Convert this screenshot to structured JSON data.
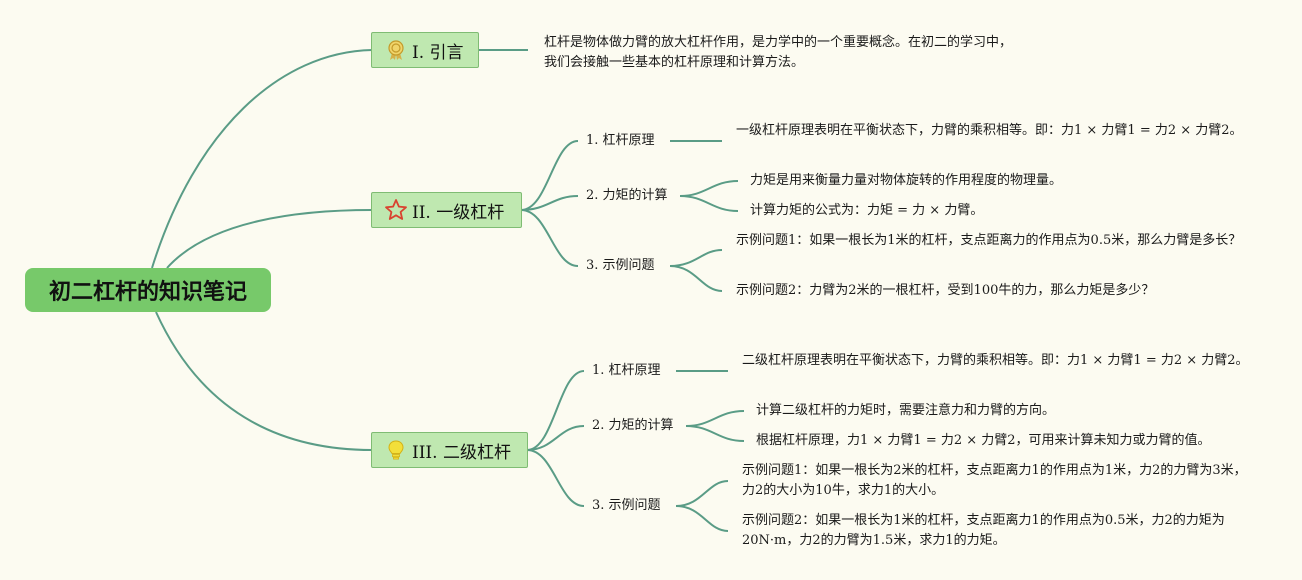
{
  "root": {
    "title": "初二杠杆的知识笔记"
  },
  "sections": [
    {
      "title": "I. 引言",
      "icon": "medal-icon",
      "text": "杠杆是物体做力臂的放大杠杆作用，是力学中的一个重要概念。在初二的学习中，我们会接触一些基本的杠杆原理和计算方法。"
    },
    {
      "title": "II. 一级杠杆",
      "icon": "star-icon",
      "items": [
        {
          "label": "1. 杠杆原理",
          "leaves": [
            "一级杠杆原理表明在平衡状态下，力臂的乘积相等。即：力1 × 力臂1 = 力2 × 力臂2。"
          ]
        },
        {
          "label": "2. 力矩的计算",
          "leaves": [
            "力矩是用来衡量力量对物体旋转的作用程度的物理量。",
            "计算力矩的公式为：力矩 = 力 × 力臂。"
          ]
        },
        {
          "label": "3. 示例问题",
          "leaves": [
            "示例问题1：如果一根长为1米的杠杆，支点距离力的作用点为0.5米，那么力臂是多长？",
            "示例问题2：力臂为2米的一根杠杆，受到100牛的力，那么力矩是多少？"
          ]
        }
      ]
    },
    {
      "title": "III. 二级杠杆",
      "icon": "lightbulb-icon",
      "items": [
        {
          "label": "1. 杠杆原理",
          "leaves": [
            "二级杠杆原理表明在平衡状态下，力臂的乘积相等。即：力1 × 力臂1 = 力2 × 力臂2。"
          ]
        },
        {
          "label": "2. 力矩的计算",
          "leaves": [
            "计算二级杠杆的力矩时，需要注意力和力臂的方向。",
            "根据杠杆原理，力1 × 力臂1 = 力2 × 力臂2，可用来计算未知力或力臂的值。"
          ]
        },
        {
          "label": "3. 示例问题",
          "leaves": [
            "示例问题1：如果一根长为2米的杠杆，支点距离力1的作用点为1米，力2的力臂为3米，力2的大小为10牛，求力1的大小。",
            "示例问题2：如果一根长为1米的杠杆，支点距离力1的作用点为0.5米，力2的力矩为20N·m，力2的力臂为1.5米，求力1的力矩。"
          ]
        }
      ]
    }
  ],
  "colors": {
    "connector": "#5a9c86",
    "root": "#77c96a",
    "main_fill": "#bfe8b0",
    "main_border": "#7fbc73",
    "background": "#fcfbf1"
  }
}
